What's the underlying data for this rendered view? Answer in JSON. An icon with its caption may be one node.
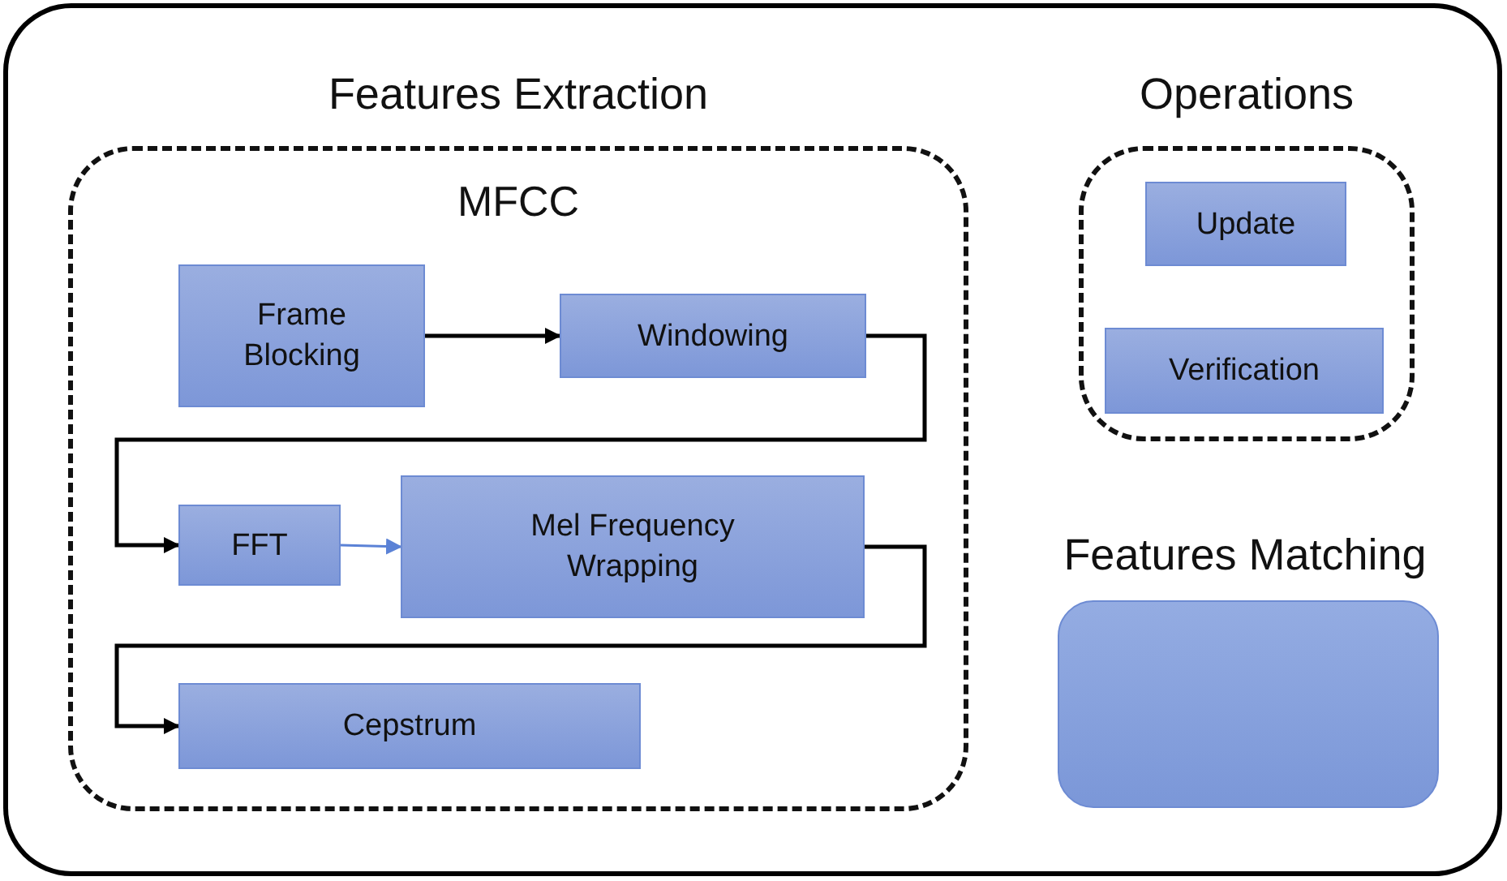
{
  "diagram": {
    "nodes": [
      {
        "text": [],
        "shape": "box"
      },
      {
        "text": [
          "Features Extraction",
          "MFCC"
        ],
        "in": 0
      },
      {
        "text": [
          "Frame Blocking"
        ],
        "in": 1
      },
      {
        "text": [
          "Windowing"
        ],
        "in": 1
      },
      {
        "text": [
          "FFT"
        ],
        "in": 1
      },
      {
        "text": [
          "Mel Frequency Wrapping"
        ],
        "in": 1
      },
      {
        "text": [
          "Cepstrum"
        ],
        "in": 1
      },
      {
        "text": [
          "Operations"
        ],
        "in": 0
      },
      {
        "text": [
          "Update"
        ],
        "in": 7
      },
      {
        "text": [
          "Verification"
        ],
        "in": 7
      },
      {
        "text": [
          "Features Matching"
        ],
        "in": 0
      }
    ],
    "edges": [
      {
        "from": 2,
        "to": 3,
        "arrow": "to"
      },
      {
        "from": 3,
        "to": 4,
        "arrow": "to"
      },
      {
        "from": 4,
        "to": 5,
        "arrow": "to",
        "color": "#5b82d6"
      },
      {
        "from": 5,
        "to": 6,
        "arrow": "to"
      }
    ]
  }
}
